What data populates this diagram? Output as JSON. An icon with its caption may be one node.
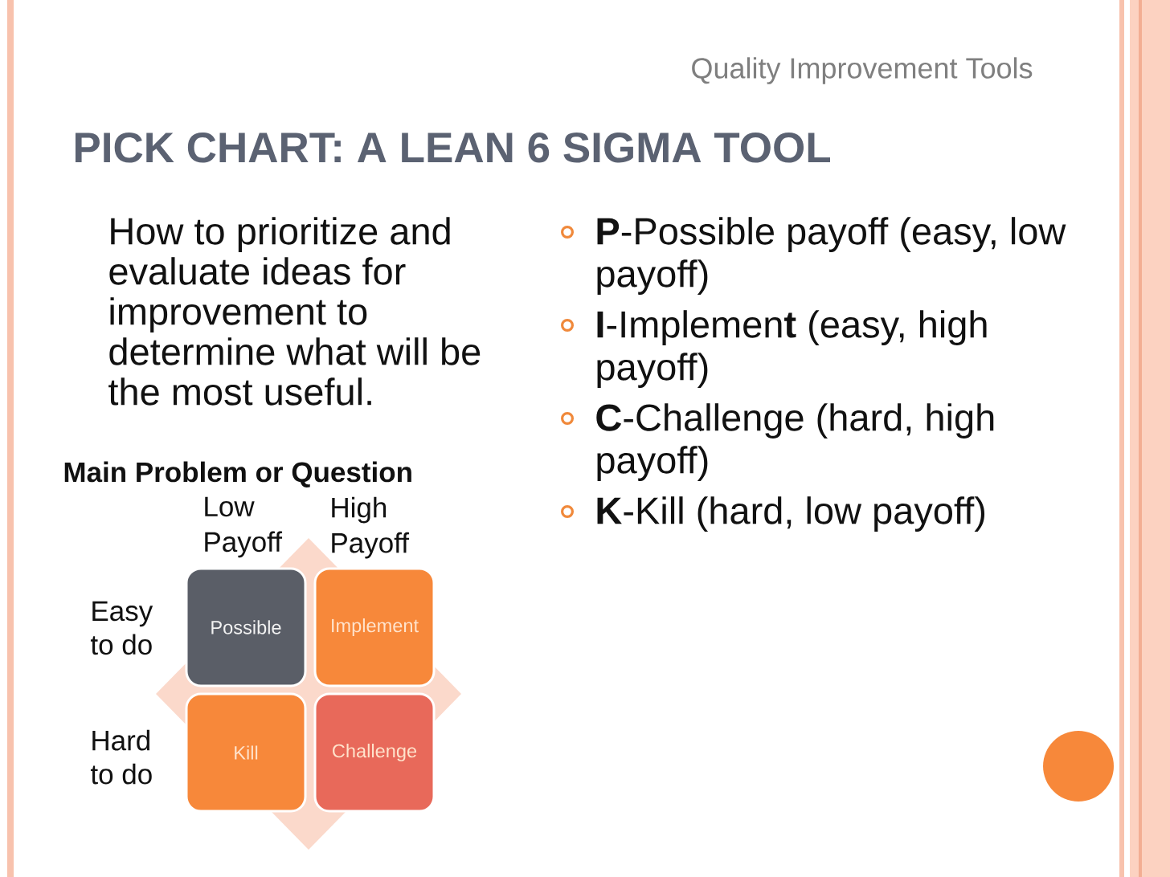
{
  "diagram": {
    "title": "PICK CHART: A LEAN 6 SIGMA TOOL",
    "nodes": [
      {
        "text": [
          "Possible"
        ]
      },
      {
        "text": [
          "Implement"
        ]
      },
      {
        "text": [
          "Kill"
        ]
      },
      {
        "text": [
          "Challenge"
        ]
      }
    ],
    "labels": [
      "Quality Improvement Tools",
      "How to prioritize and evaluate ideas for improvement to determine what will be the most useful.",
      "**P**-Possible payoff (easy, low payoff)",
      "**I**-Implemen**t** (easy, high payoff)",
      "**C**-Challenge (hard, high payoff)",
      "**K**-Kill (hard, low payoff)",
      "Main Problem or Question",
      "Low Payoff",
      "High Payoff",
      "Easy to do",
      "Hard to do"
    ]
  }
}
